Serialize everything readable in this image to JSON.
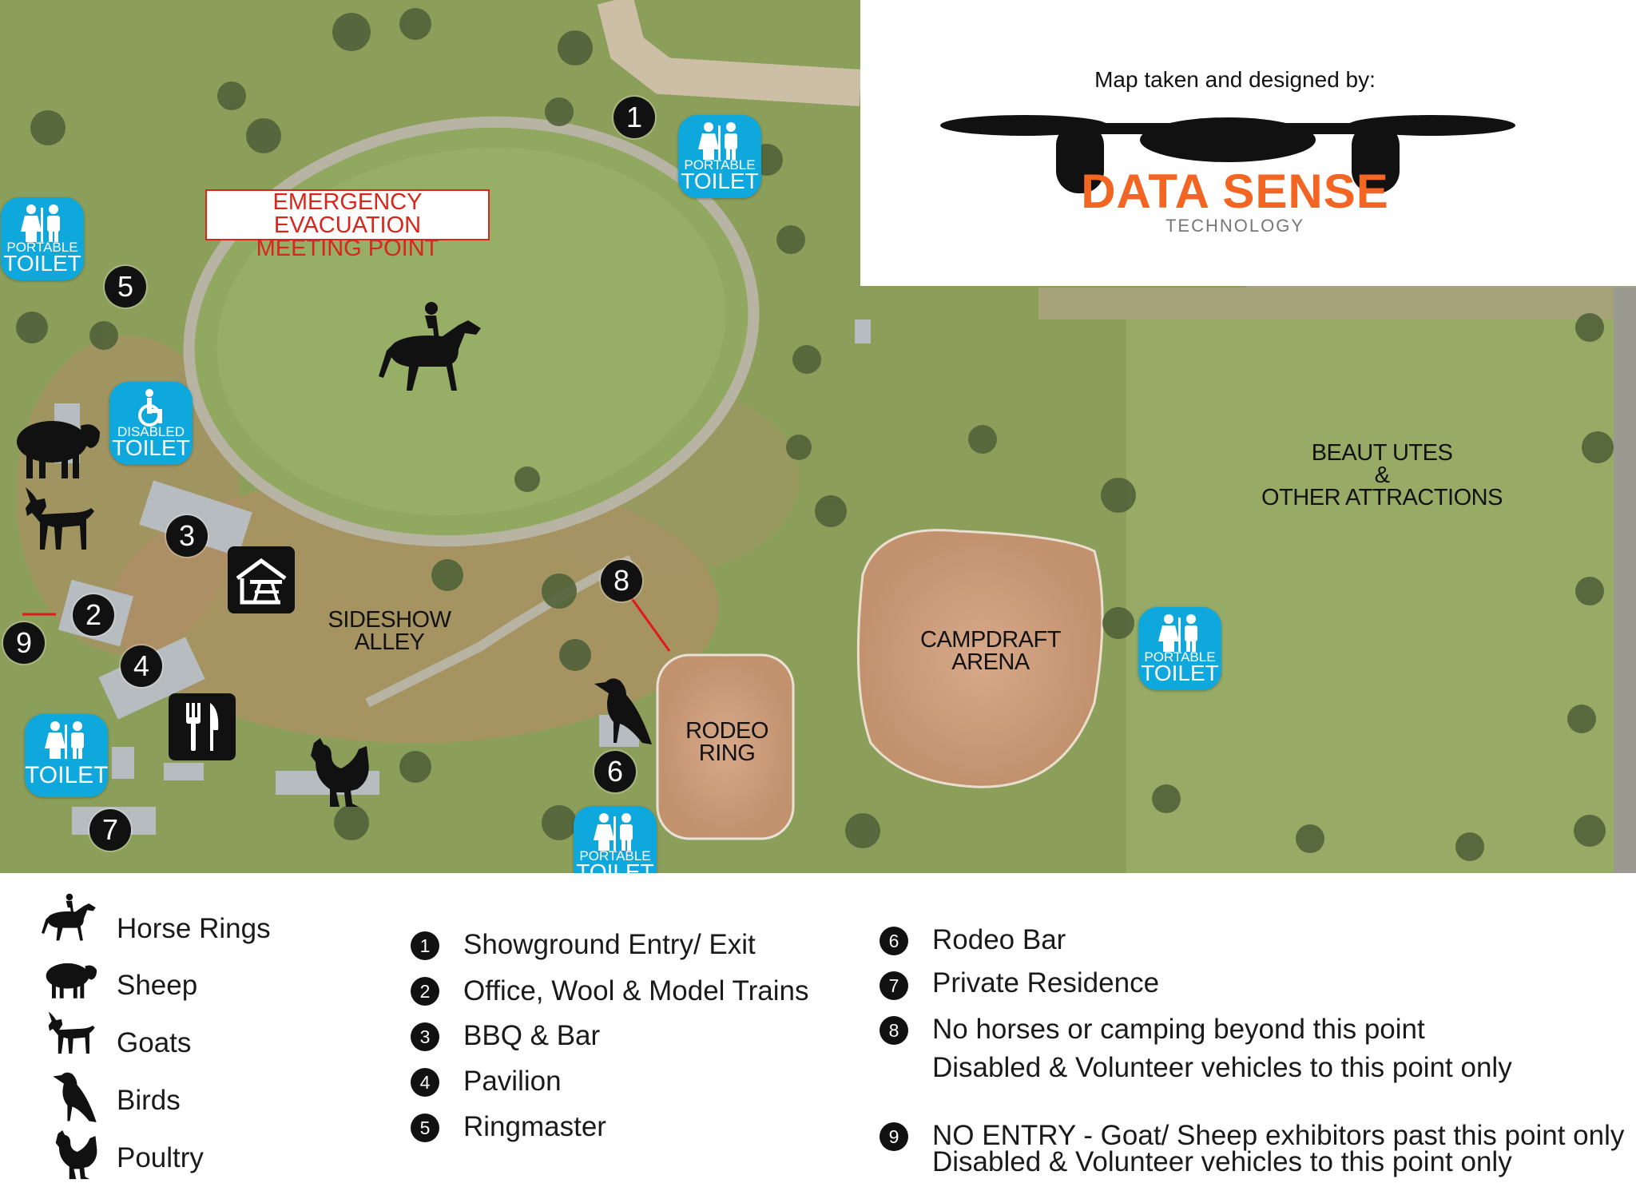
{
  "map": {
    "evacuation_label": "EMERGENCY EVACUATION\nMEETING POINT",
    "labels": {
      "sideshow": "SIDESHOW\nALLEY",
      "rodeo": "RODEO\nRING",
      "campdraft": "CAMPDRAFT\nARENA",
      "beaut": "BEAUT UTES\n&\nOTHER ATTRACTIONS"
    },
    "markers": [
      "1",
      "2",
      "3",
      "4",
      "5",
      "6",
      "7",
      "8",
      "9"
    ],
    "badges": {
      "portable_small": "PORTABLE",
      "portable_big": "TOILET",
      "disabled_small": "DISABLED",
      "disabled_big": "TOILET",
      "toilet_big": "TOILET"
    },
    "icons": [
      "horse-rider-icon",
      "sheep-icon",
      "goat-icon",
      "bird-icon",
      "chicken-icon",
      "picnic-table-icon",
      "cutlery-icon",
      "wheelchair-icon",
      "restroom-icon"
    ],
    "colors": {
      "grass": "#8fa35a",
      "dirt": "#c99a78",
      "badge": "#0fa8dc",
      "evac": "#d9261c",
      "brand_orange": "#f26522"
    }
  },
  "credit": {
    "caption": "Map taken and designed by:",
    "brand": "DATA SENSE",
    "sub": "TECHNOLOGY"
  },
  "legend": {
    "animals": [
      {
        "icon": "horse-rider-icon",
        "label": "Horse Rings"
      },
      {
        "icon": "sheep-icon",
        "label": "Sheep"
      },
      {
        "icon": "goat-icon",
        "label": "Goats"
      },
      {
        "icon": "bird-icon",
        "label": "Birds"
      },
      {
        "icon": "chicken-icon",
        "label": "Poultry"
      }
    ],
    "places_left": [
      {
        "num": "1",
        "label": "Showground Entry/ Exit"
      },
      {
        "num": "2",
        "label": "Office, Wool & Model Trains"
      },
      {
        "num": "3",
        "label": "BBQ & Bar"
      },
      {
        "num": "4",
        "label": "Pavilion"
      },
      {
        "num": "5",
        "label": "Ringmaster"
      }
    ],
    "places_right": [
      {
        "num": "6",
        "label": "Rodeo Bar"
      },
      {
        "num": "7",
        "label": "Private Residence"
      },
      {
        "num": "8",
        "label": "No horses or camping beyond this point",
        "sub": "Disabled & Volunteer vehicles to this point only"
      },
      {
        "num": "9",
        "label": "NO ENTRY - Goat/ Sheep exhibitors past this point only",
        "sub": "Disabled & Volunteer vehicles to this point only"
      }
    ]
  }
}
